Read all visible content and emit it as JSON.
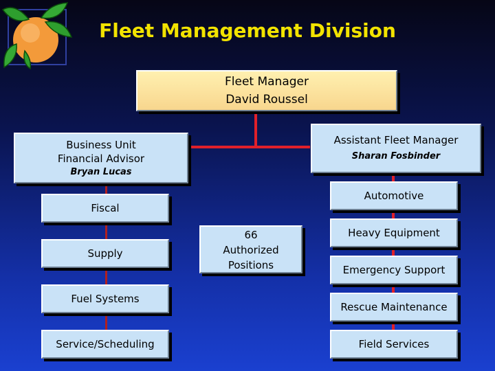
{
  "title": "Fleet Management Division",
  "colors": {
    "title": "#f2e300",
    "box": "#c9e2f7",
    "manager_box": "#f8d68e",
    "connector": "#e0202a"
  },
  "manager": {
    "title": "Fleet Manager",
    "name": "David Roussel"
  },
  "assistant": {
    "title": "Assistant Fleet Manager",
    "name": "Sharan Fosbinder"
  },
  "advisor": {
    "line1": "Business Unit",
    "line2": "Financial Advisor",
    "name": "Bryan Lucas"
  },
  "positions": {
    "line1": "66",
    "line2": "Authorized",
    "line3": "Positions"
  },
  "left_units": [
    "Fiscal",
    "Supply",
    "Fuel Systems",
    "Service/Scheduling"
  ],
  "right_units": [
    "Automotive",
    "Heavy Equipment",
    "Emergency Support",
    "Rescue Maintenance",
    "Field Services"
  ],
  "logo_icon": "orange-fruit-icon"
}
